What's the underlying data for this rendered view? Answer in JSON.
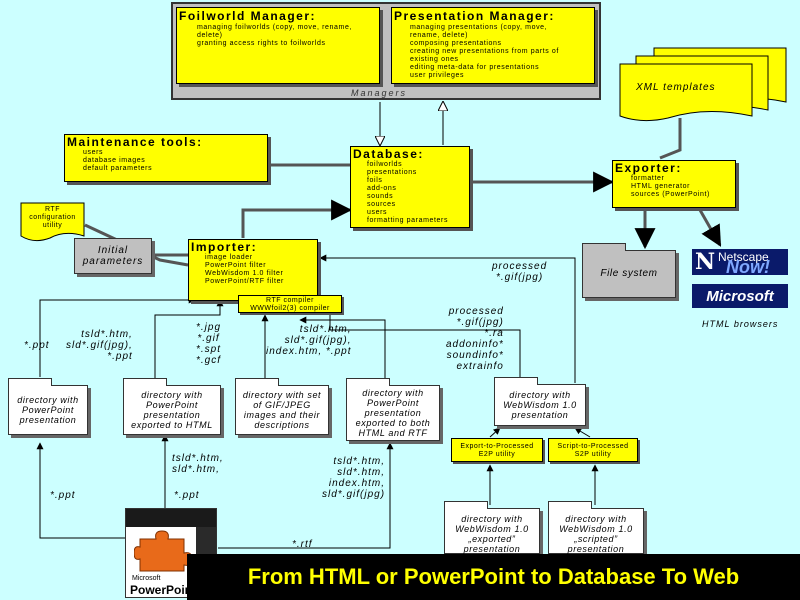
{
  "managers": {
    "caption": "Managers",
    "foilworld": {
      "title": "Foilworld Manager:",
      "items": [
        "managing foilworlds (copy, move, rename,",
        "delete)",
        "granting access rights to foilworlds"
      ]
    },
    "presentation": {
      "title": "Presentation Manager:",
      "items": [
        "managing presentations (copy, move,",
        "rename, delete)",
        "composing presentations",
        "creating new presentations from parts of",
        "existing ones",
        "editing meta-data for presentations",
        "user privileges"
      ]
    }
  },
  "xml_templates": "XML templates",
  "maintenance": {
    "title": "Maintenance tools:",
    "items": [
      "users",
      "database images",
      "default parameters"
    ]
  },
  "database": {
    "title": "Database:",
    "items": [
      "foilworlds",
      "presentations",
      "foils",
      "add-ons",
      "sounds",
      "sources",
      "users",
      "formatting parameters"
    ]
  },
  "exporter": {
    "title": "Exporter:",
    "items": [
      "formatter",
      "HTML generator",
      "sources (PowerPoint)"
    ]
  },
  "rtf_config": [
    "RTF",
    "configuration",
    "utility"
  ],
  "initial_params": [
    "Initial",
    "parameters"
  ],
  "importer": {
    "title": "Importer:",
    "items": [
      "image loader",
      "PowerPoint filter",
      "WebWisdom 1.0 filter",
      "PowerPoint/RTF filter"
    ]
  },
  "rtf_compiler": [
    "RTF compiler",
    "WWWfoil2(3) compiler"
  ],
  "file_system": "File system",
  "browsers": {
    "caption": "HTML browsers",
    "netscape_top": "Netscape",
    "netscape_bottom": "Now!",
    "microsoft": "Microsoft"
  },
  "labels": {
    "processed_gif": [
      "processed",
      "*.gif(jpg)"
    ],
    "processed_multi": [
      "processed",
      "*.gif(jpg)",
      "*.ra",
      "addoninfo*",
      "soundinfo*",
      "extrainfo"
    ],
    "ppt_left": "*.ppt",
    "tsld_html": [
      "tsld*.htm,",
      "sld*.gif(jpg),",
      "*.ppt"
    ],
    "img_exts": [
      "*.jpg",
      "*.gif",
      "*.spt",
      "*.gcf"
    ],
    "tsld_index": [
      "tsld*.htm,",
      "sld*.gif(jpg),",
      "index.htm, *.ppt"
    ],
    "ppt_bottom_left": "*.ppt",
    "tsld_sld": [
      "tsld*.htm,",
      "sld*.htm,"
    ],
    "ppt_bottom_mid": "*.ppt",
    "tsld_bottom": [
      "tsld*.htm,",
      "sld*.htm,",
      "index.htm,",
      "sld*.gif(jpg)"
    ],
    "rtf": "*.rtf"
  },
  "directories": {
    "ppt": [
      "directory with",
      "PowerPoint",
      "presentation"
    ],
    "html": [
      "directory with",
      "PowerPoint",
      "presentation",
      "exported to HTML"
    ],
    "gif": [
      "directory with set",
      "of GIF/JPEG",
      "images and their",
      "descriptions"
    ],
    "both": [
      "directory with",
      "PowerPoint",
      "presentation",
      "exported to both",
      "HTML and RTF"
    ],
    "ww": [
      "directory with",
      "WebWisdom 1.0",
      "presentation"
    ],
    "exported": [
      "directory with",
      "WebWisdom 1.0",
      "„exported”",
      "presentation"
    ],
    "scripted": [
      "directory with",
      "WebWisdom 1.0",
      "„scripted”",
      "presentation"
    ]
  },
  "utilities": {
    "e2p": [
      "Export-to-Processed",
      "E2P utility"
    ],
    "s2p": [
      "Script-to-Processed",
      "S2P utility"
    ]
  },
  "powerpoint_logo": {
    "small": "Microsoft",
    "big": "PowerPoint"
  },
  "banner": "From HTML or PowerPoint to Database To Web",
  "colors": {
    "background": "#ccffff",
    "box": "#ffff00",
    "banner_bg": "#000000",
    "banner_text": "#ffff00",
    "arrow": "#555555"
  }
}
